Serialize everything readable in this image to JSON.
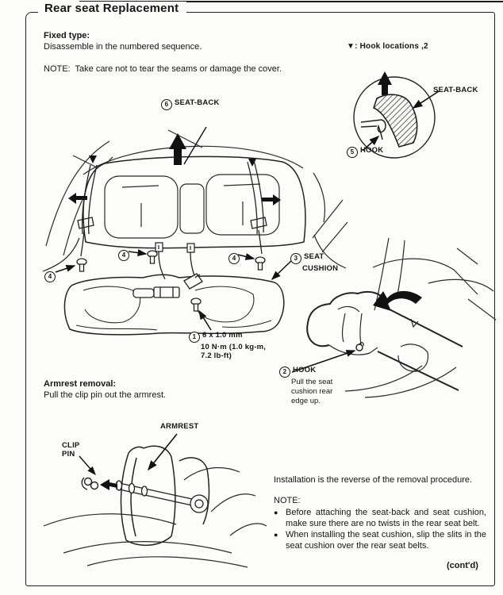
{
  "page": {
    "title": "Rear seat Replacement",
    "contd": "(cont'd)"
  },
  "nums": {
    "n1": "1",
    "n2": "2",
    "n3": "3",
    "n4": "4",
    "n5": "5",
    "n6": "6"
  },
  "intro": {
    "heading": "Fixed type:",
    "line1": "Disassemble in the numbered sequence.",
    "note": "NOTE:  Take care not to tear the seams or damage the cover."
  },
  "hook_locations_note": "▼: Hook locations ,2",
  "inset": {
    "seat_back": "SEAT-BACK",
    "hook": "HOOK"
  },
  "labels": {
    "seat_back": "SEAT-BACK",
    "seat_cushion_line1": "SEAT",
    "seat_cushion_line2": "CUSHION",
    "bolt_spec_line1": "6 x 1.0 mm",
    "bolt_spec_line2": "10 N·m (1.0 kg-m,",
    "bolt_spec_line3": "7.2 lb-ft)",
    "hook": "HOOK",
    "hook_note_line1": "Pull the seat",
    "hook_note_line2": "cushion rear",
    "hook_note_line3": "edge up."
  },
  "armrest": {
    "heading": "Armrest removal:",
    "body": "Pull the clip pin out the armrest.",
    "clip_line1": "CLIP",
    "clip_line2": "PIN",
    "label": "ARMREST"
  },
  "installation": {
    "line": "Installation is the reverse of the removal procedure.",
    "note": "NOTE:",
    "bullets": [
      "Before attaching the seat-back and seat cushion, make sure there are no twists in the rear seat belt.",
      "When installing the seat cushion, slip the slits in the seat cushion over the rear seat belts."
    ]
  }
}
